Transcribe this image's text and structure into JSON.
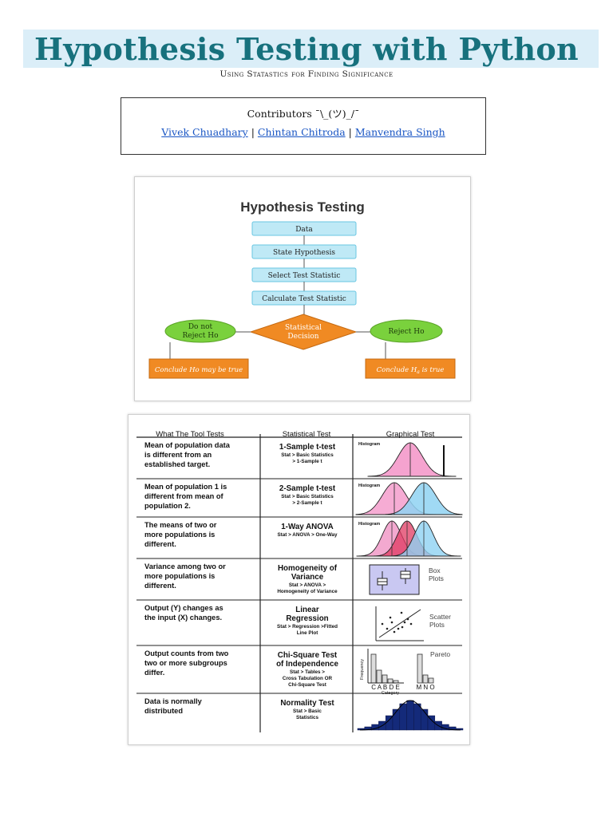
{
  "header": {
    "title": "Hypothesis Testing with Python",
    "subtitle": "Using Statastics for Finding Significance"
  },
  "contributors": {
    "label": "Contributors ¯\\_(ツ)_/¯",
    "names": [
      "Vivek Chuadhary",
      "Chintan Chitroda",
      "Manvendra Singh"
    ],
    "separator": "|"
  },
  "flowchart": {
    "title": "Hypothesis Testing",
    "steps": [
      "Data",
      "State Hypothesis",
      "Select Test Statistic",
      "Calculate Test Statistic"
    ],
    "decision": [
      "Statistical",
      "Decision"
    ],
    "left_outcome": [
      "Do not",
      "Reject Ho"
    ],
    "right_outcome": "Reject Ho",
    "left_conclusion": "Conclude Ho may be true",
    "right_conclusion_pre": "Conclude H",
    "right_conclusion_sub": "a",
    "right_conclusion_post": " is true",
    "colors": {
      "box": "#bfe9f6",
      "box_border": "#6ac6e2",
      "green": "#7ad13d",
      "orange": "#f08a23"
    }
  },
  "tool_table": {
    "headers": [
      "What The Tool Tests",
      "Statistical Test",
      "Graphical Test"
    ],
    "rows": [
      {
        "what": [
          "Mean of population data",
          "is different from an",
          "established target."
        ],
        "test": [
          "1-Sample t-test"
        ],
        "path": [
          "Stat > Basic Statistics",
          "> 1-Sample t"
        ],
        "graph_label": "Histogram",
        "graph": "one-bell"
      },
      {
        "what": [
          "Mean of population 1 is",
          "different from mean of",
          "population 2."
        ],
        "test": [
          "2-Sample t-test"
        ],
        "path": [
          "Stat > Basic Statistics",
          "> 2-Sample t"
        ],
        "graph_label": "Histogram",
        "graph": "two-bells"
      },
      {
        "what": [
          "The means of two or",
          "more populations is",
          "different."
        ],
        "test": [
          "1-Way ANOVA"
        ],
        "path": [
          "Stat > ANOVA > One-Way"
        ],
        "graph_label": "Histogram",
        "graph": "three-bells"
      },
      {
        "what": [
          "Variance among two or",
          "more populations is",
          "different."
        ],
        "test": [
          "Homogeneity of",
          "Variance"
        ],
        "path": [
          "Stat > ANOVA >",
          "Homogeneity of Variance"
        ],
        "graph_label": "",
        "graph_side": [
          "Box",
          "Plots"
        ],
        "graph": "boxplots"
      },
      {
        "what": [
          "Output (Y) changes as",
          "the input (X) changes."
        ],
        "test": [
          "Linear",
          "Regression"
        ],
        "path": [
          "Stat > Regression >Fitted",
          "Line Plot"
        ],
        "graph_label": "",
        "graph_side": [
          "Scatter",
          "Plots"
        ],
        "graph": "scatter"
      },
      {
        "what": [
          "Output counts from two",
          "two or more subgroups",
          "differ."
        ],
        "test": [
          "Chi-Square Test",
          "of Independence"
        ],
        "path": [
          "Stat > Tables >",
          "Cross Tabulation OR",
          "Chi-Square Test"
        ],
        "graph_label": "",
        "graph_side": [
          "Pareto"
        ],
        "graph_axis_y": "Frequency",
        "graph_axis_x": "Category",
        "graph_ticks_a": "C A B D E",
        "graph_ticks_b": "M N O",
        "graph": "pareto"
      },
      {
        "what": [
          "Data is normally",
          "distributed"
        ],
        "test": [
          "Normality Test"
        ],
        "path": [
          "Stat > Basic",
          "Statistics"
        ],
        "graph_label": "",
        "graph": "histogram"
      }
    ]
  }
}
